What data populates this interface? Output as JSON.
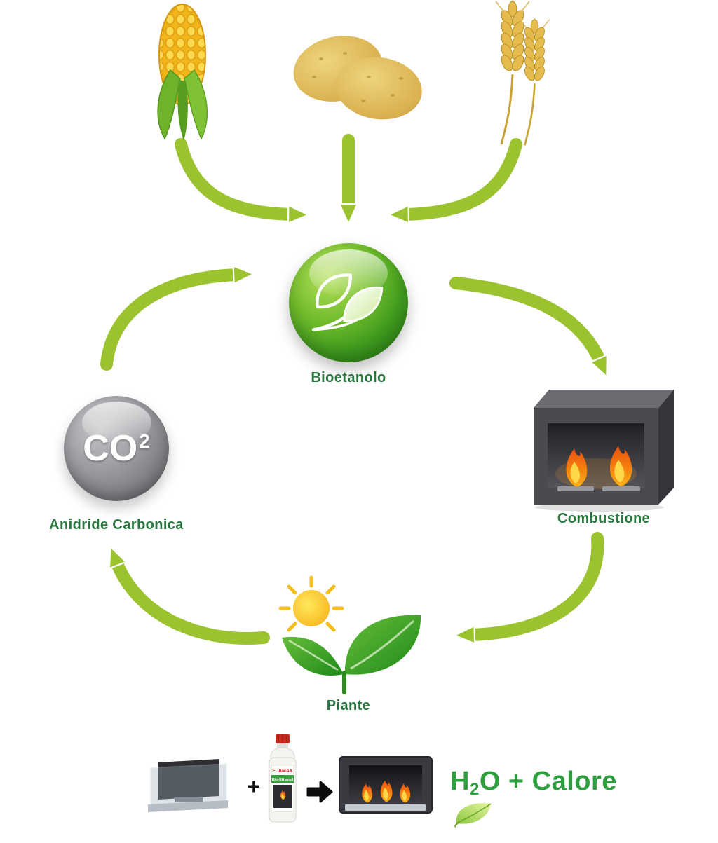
{
  "nodes": {
    "bioethanol": {
      "label": "Bioetanolo"
    },
    "combustion": {
      "label": "Combustione"
    },
    "co2": {
      "symbol_base": "CO",
      "symbol_sup": "2",
      "label": "Anidride Carbonica"
    },
    "plants": {
      "label": "Piante"
    }
  },
  "inputs": {
    "corn": {
      "icon": "corn-icon"
    },
    "potatoes": {
      "icon": "potatoes-icon"
    },
    "wheat": {
      "icon": "wheat-icon"
    }
  },
  "equation": {
    "plus": "+",
    "result_h": "H",
    "result_sub": "2",
    "result_rest": "O + Calore"
  },
  "bottle": {
    "brand": "FLAMAX",
    "product": "Bio-Ethanol"
  },
  "colors": {
    "arrow_green": "#9ac32f",
    "label_green": "#27773e",
    "equation_green": "#2f9e3f",
    "sphere_green": "#3f9a1e",
    "co2_gray": "#8d8d91",
    "flame_orange": "#f5820f"
  }
}
